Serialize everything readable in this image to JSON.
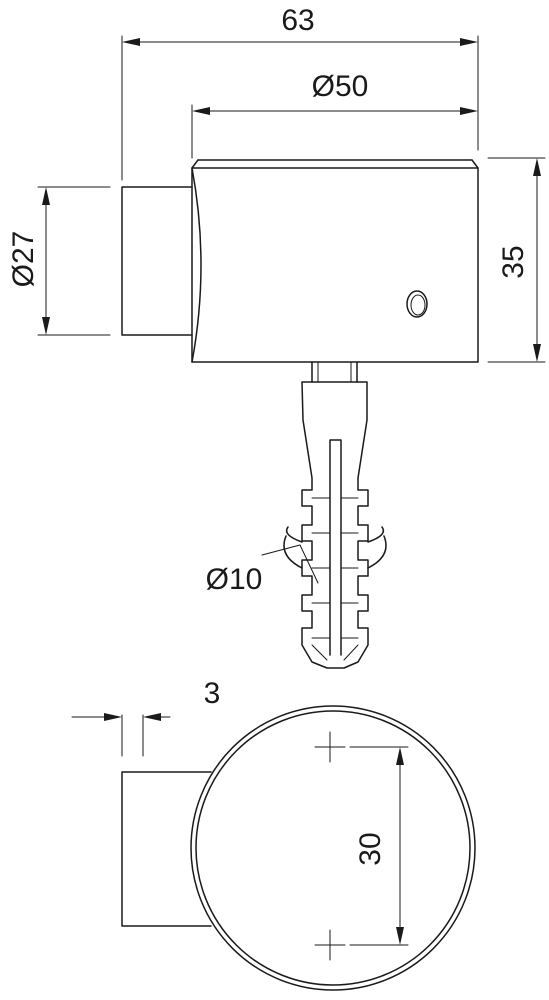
{
  "dimensions": {
    "overall_length": "63",
    "outer_diameter": "Ø50",
    "inner_diameter": "Ø27",
    "height": "35",
    "dowel_diameter": "Ø10",
    "wall_thickness": "3",
    "hole_spacing": "30"
  },
  "colors": {
    "line": "#1a1a1a",
    "background": "#ffffff"
  }
}
